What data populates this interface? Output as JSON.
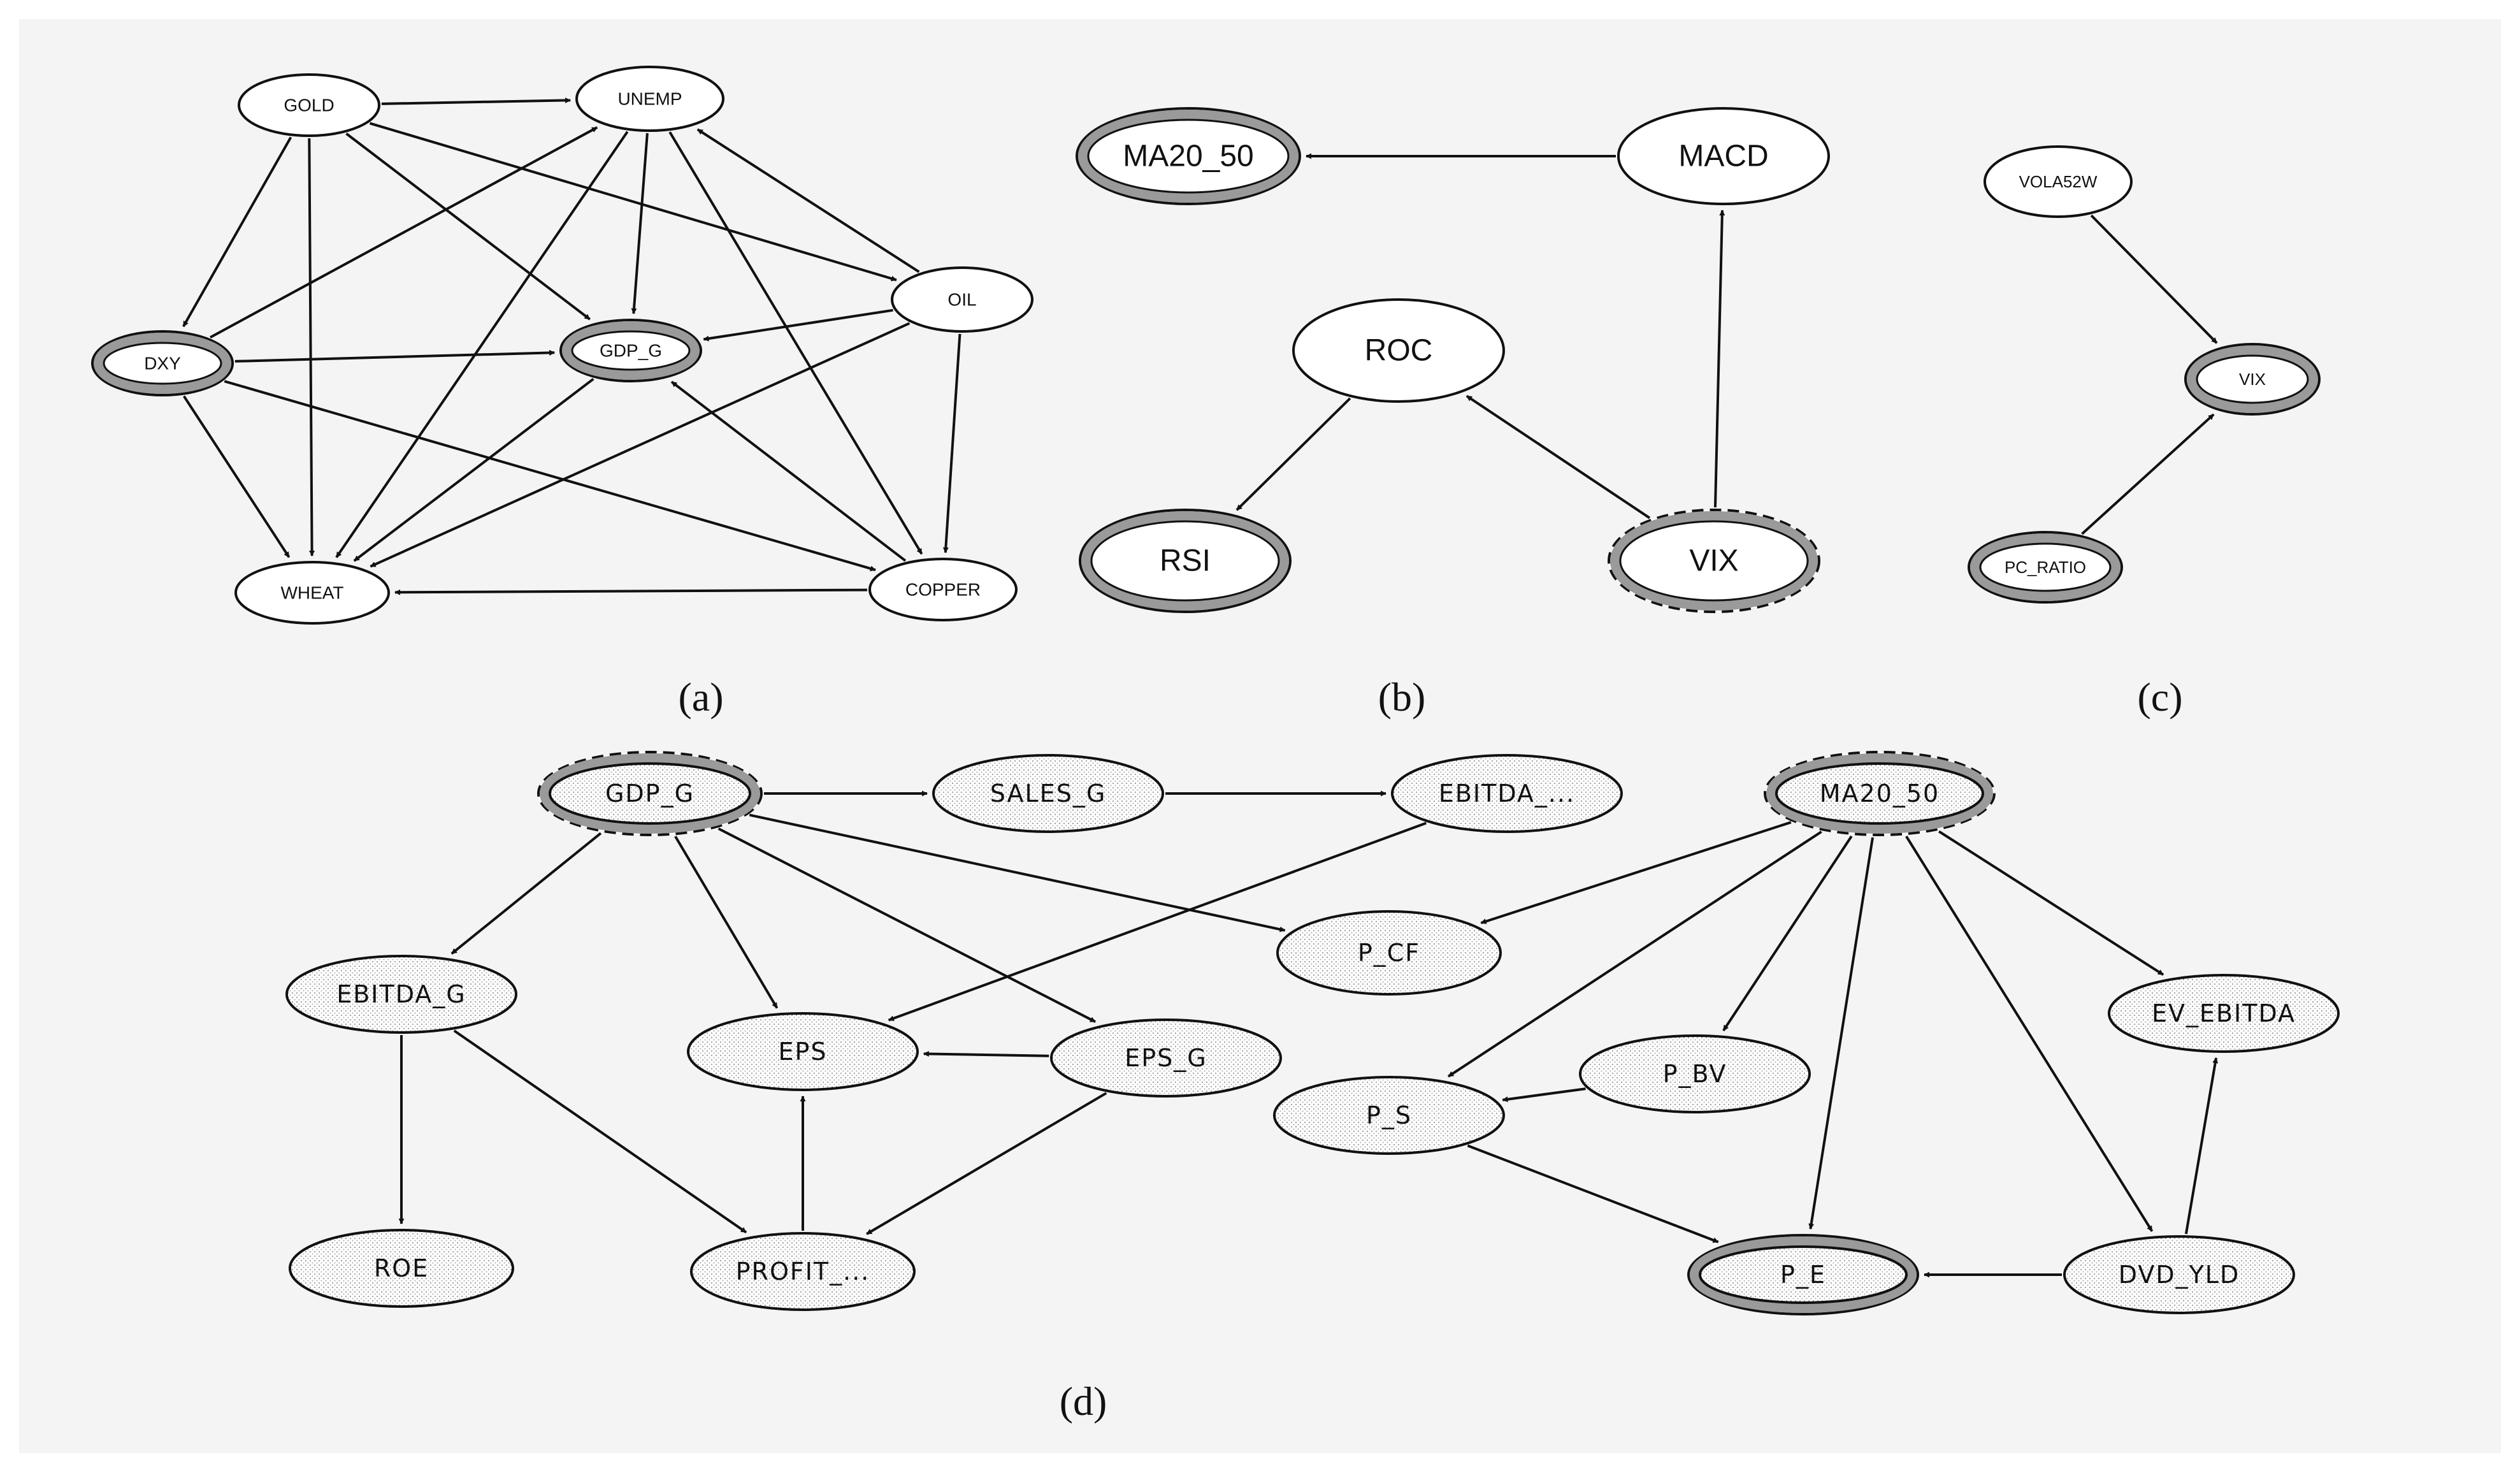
{
  "panels": {
    "a": {
      "caption": "(a)",
      "nodes": [
        {
          "id": "GOLD",
          "label": "GOLD",
          "style": "plain"
        },
        {
          "id": "UNEMP",
          "label": "UNEMP",
          "style": "plain"
        },
        {
          "id": "OIL",
          "label": "OIL",
          "style": "plain"
        },
        {
          "id": "DXY",
          "label": "DXY",
          "style": "highlight"
        },
        {
          "id": "GDP_G",
          "label": "GDP_G",
          "style": "highlight"
        },
        {
          "id": "WHEAT",
          "label": "WHEAT",
          "style": "plain"
        },
        {
          "id": "COPPER",
          "label": "COPPER",
          "style": "plain"
        }
      ],
      "edges": [
        [
          "GOLD",
          "UNEMP"
        ],
        [
          "GOLD",
          "DXY"
        ],
        [
          "GOLD",
          "WHEAT"
        ],
        [
          "GOLD",
          "GDP_G"
        ],
        [
          "GOLD",
          "OIL"
        ],
        [
          "UNEMP",
          "GDP_G"
        ],
        [
          "UNEMP",
          "WHEAT"
        ],
        [
          "UNEMP",
          "COPPER"
        ],
        [
          "OIL",
          "UNEMP"
        ],
        [
          "OIL",
          "GDP_G"
        ],
        [
          "OIL",
          "COPPER"
        ],
        [
          "OIL",
          "WHEAT"
        ],
        [
          "DXY",
          "UNEMP"
        ],
        [
          "DXY",
          "GDP_G"
        ],
        [
          "DXY",
          "WHEAT"
        ],
        [
          "DXY",
          "COPPER"
        ],
        [
          "GDP_G",
          "WHEAT"
        ],
        [
          "COPPER",
          "GDP_G"
        ],
        [
          "COPPER",
          "WHEAT"
        ]
      ]
    },
    "b": {
      "caption": "(b)",
      "nodes": [
        {
          "id": "MA20_50",
          "label": "MA20_50",
          "style": "highlight"
        },
        {
          "id": "MACD",
          "label": "MACD",
          "style": "plain"
        },
        {
          "id": "ROC",
          "label": "ROC",
          "style": "plain"
        },
        {
          "id": "RSI",
          "label": "RSI",
          "style": "highlight"
        },
        {
          "id": "VIX",
          "label": "VIX",
          "style": "dashed-highlight"
        }
      ],
      "edges": [
        [
          "MACD",
          "MA20_50"
        ],
        [
          "VIX",
          "MACD"
        ],
        [
          "VIX",
          "ROC"
        ],
        [
          "ROC",
          "RSI"
        ]
      ]
    },
    "c": {
      "caption": "(c)",
      "nodes": [
        {
          "id": "VOLA52W",
          "label": "VOLA52W",
          "style": "plain"
        },
        {
          "id": "VIX",
          "label": "VIX",
          "style": "highlight"
        },
        {
          "id": "PC_RATIO",
          "label": "PC_RATIO",
          "style": "highlight"
        }
      ],
      "edges": [
        [
          "VOLA52W",
          "VIX"
        ],
        [
          "PC_RATIO",
          "VIX"
        ]
      ]
    },
    "d": {
      "caption": "(d)",
      "nodes": [
        {
          "id": "GDP_G",
          "label": "GDP_G",
          "style": "dashed-dotted"
        },
        {
          "id": "SALES_G",
          "label": "SALES_G",
          "style": "dotted"
        },
        {
          "id": "EBITDA_T",
          "label": "EBITDA_...",
          "style": "dotted"
        },
        {
          "id": "P_CF",
          "label": "P_CF",
          "style": "dotted"
        },
        {
          "id": "EBITDA_G",
          "label": "EBITDA_G",
          "style": "dotted"
        },
        {
          "id": "EPS",
          "label": "EPS",
          "style": "dotted"
        },
        {
          "id": "EPS_G",
          "label": "EPS_G",
          "style": "dotted"
        },
        {
          "id": "ROE",
          "label": "ROE",
          "style": "dotted"
        },
        {
          "id": "PROFIT",
          "label": "PROFIT_...",
          "style": "dotted"
        },
        {
          "id": "MA20_50",
          "label": "MA20_50",
          "style": "dashed-dotted"
        },
        {
          "id": "EV_EBITDA",
          "label": "EV_EBITDA",
          "style": "dotted"
        },
        {
          "id": "P_BV",
          "label": "P_BV",
          "style": "dotted"
        },
        {
          "id": "P_S",
          "label": "P_S",
          "style": "dotted"
        },
        {
          "id": "P_E",
          "label": "P_E",
          "style": "highlight-dotted"
        },
        {
          "id": "DVD_YLD",
          "label": "DVD_YLD",
          "style": "dotted"
        }
      ],
      "edges": [
        [
          "GDP_G",
          "SALES_G"
        ],
        [
          "SALES_G",
          "EBITDA_T"
        ],
        [
          "GDP_G",
          "P_CF"
        ],
        [
          "GDP_G",
          "EBITDA_G"
        ],
        [
          "GDP_G",
          "EPS"
        ],
        [
          "GDP_G",
          "EPS_G"
        ],
        [
          "EBITDA_T",
          "EPS"
        ],
        [
          "EPS_G",
          "EPS"
        ],
        [
          "EBITDA_G",
          "ROE"
        ],
        [
          "EBITDA_G",
          "PROFIT"
        ],
        [
          "PROFIT",
          "EPS"
        ],
        [
          "EPS_G",
          "PROFIT"
        ],
        [
          "MA20_50",
          "P_CF"
        ],
        [
          "MA20_50",
          "P_BV"
        ],
        [
          "MA20_50",
          "P_S"
        ],
        [
          "MA20_50",
          "P_E"
        ],
        [
          "MA20_50",
          "DVD_YLD"
        ],
        [
          "MA20_50",
          "EV_EBITDA"
        ],
        [
          "P_BV",
          "P_S"
        ],
        [
          "P_S",
          "P_E"
        ],
        [
          "DVD_YLD",
          "P_E"
        ],
        [
          "DVD_YLD",
          "EV_EBITDA"
        ]
      ]
    }
  }
}
